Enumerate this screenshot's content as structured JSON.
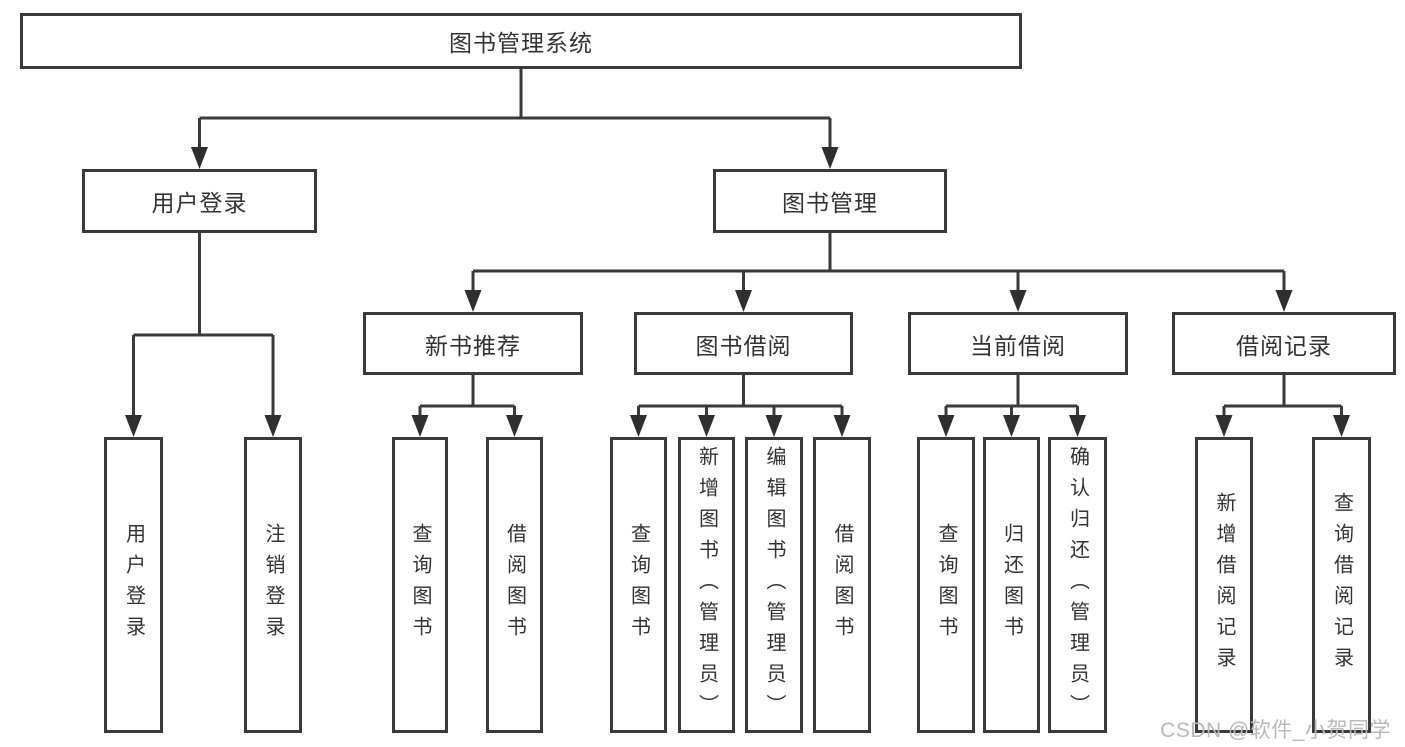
{
  "colors": {
    "line": "#3a3a3a",
    "text": "#333333",
    "watermark": "#b9b9b9",
    "background": "#ffffff"
  },
  "nodes": {
    "root": {
      "label": "图书管理系统"
    },
    "user_login": {
      "label": "用户登录"
    },
    "book_mgmt": {
      "label": "图书管理"
    },
    "new_book_rec": {
      "label": "新书推荐"
    },
    "book_borrow": {
      "label": "图书借阅"
    },
    "current_borrow": {
      "label": "当前借阅"
    },
    "borrow_records": {
      "label": "借阅记录"
    },
    "leaf_user_login": {
      "label": "用户登录"
    },
    "leaf_logout": {
      "label": "注销登录"
    },
    "leaf_query_book_new": {
      "label": "查询图书"
    },
    "leaf_borrow_book_new": {
      "label": "借阅图书"
    },
    "leaf_query_book_borrow": {
      "label": "查询图书"
    },
    "leaf_add_book": {
      "label": "新增图书（管理员）"
    },
    "leaf_edit_book": {
      "label": "编辑图书（管理员）"
    },
    "leaf_borrow_book_borrow": {
      "label": "借阅图书"
    },
    "leaf_query_book_current": {
      "label": "查询图书"
    },
    "leaf_return_book": {
      "label": "归还图书"
    },
    "leaf_confirm_return": {
      "label": "确认归还（管理员）"
    },
    "leaf_add_borrow_record": {
      "label": "新增借阅记录"
    },
    "leaf_query_borrow_record": {
      "label": "查询借阅记录"
    }
  },
  "watermark": {
    "text": "CSDN @软件_小贺同学"
  }
}
